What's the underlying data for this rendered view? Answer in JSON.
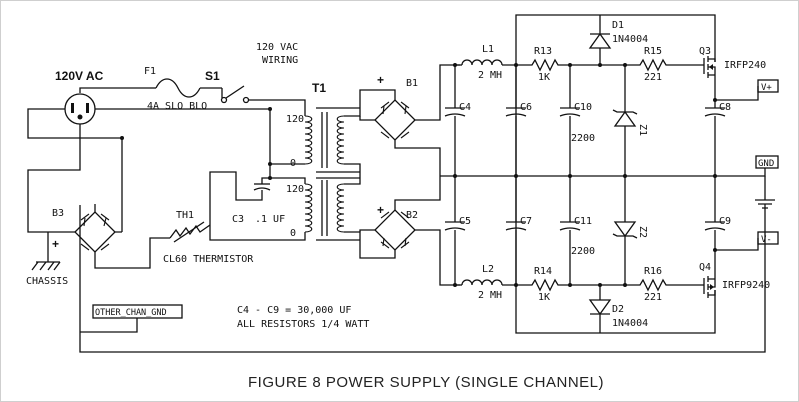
{
  "labels": {
    "ac_in": "120V AC",
    "fuse": "F1",
    "fuse_rating": "4A SLO BLO",
    "switch": "S1",
    "wiring": [
      "120 VAC",
      "WIRING"
    ],
    "transformer": "T1",
    "tap_120_top": "120",
    "tap_0_top": "0",
    "tap_120_bot": "120",
    "tap_0_bot": "0",
    "c3": "C3",
    "c3_value": ".1 UF",
    "th1": "TH1",
    "thermistor": "CL60 THERMISTOR",
    "b3": "B3",
    "chassis": "CHASSIS",
    "other_gnd": "OTHER_CHAN_GND",
    "b1": "B1",
    "b2": "B2",
    "c4": "C4",
    "c5": "C5",
    "l1": "L1",
    "l1_value": "2 MH",
    "l2": "L2",
    "l2_value": "2 MH",
    "c6": "C6",
    "c7": "C7",
    "r13": "R13",
    "r13_value": "1K",
    "r14": "R14",
    "r14_value": "1K",
    "c10": "C10",
    "c10_value": "2200",
    "c11": "C11",
    "c11_value": "2200",
    "d1": "D1",
    "d1_part": "1N4004",
    "d2": "D2",
    "d2_part": "1N4004",
    "z1": "Z1",
    "z2": "Z2",
    "r15": "R15",
    "r15_value": "221",
    "r16": "R16",
    "r16_value": "221",
    "q3": "Q3",
    "q3_part": "IRFP240",
    "q4": "Q4",
    "q4_part": "IRFP9240",
    "c8": "C8",
    "c9": "C9",
    "vplus": "V+",
    "vminus": "V-",
    "gnd": "GND",
    "plus": "+",
    "note_caps": "C4 - C9 = 30,000 UF",
    "note_res": "ALL RESISTORS 1/4 WATT"
  },
  "caption": "FIGURE 8  POWER SUPPLY (SINGLE CHANNEL)"
}
